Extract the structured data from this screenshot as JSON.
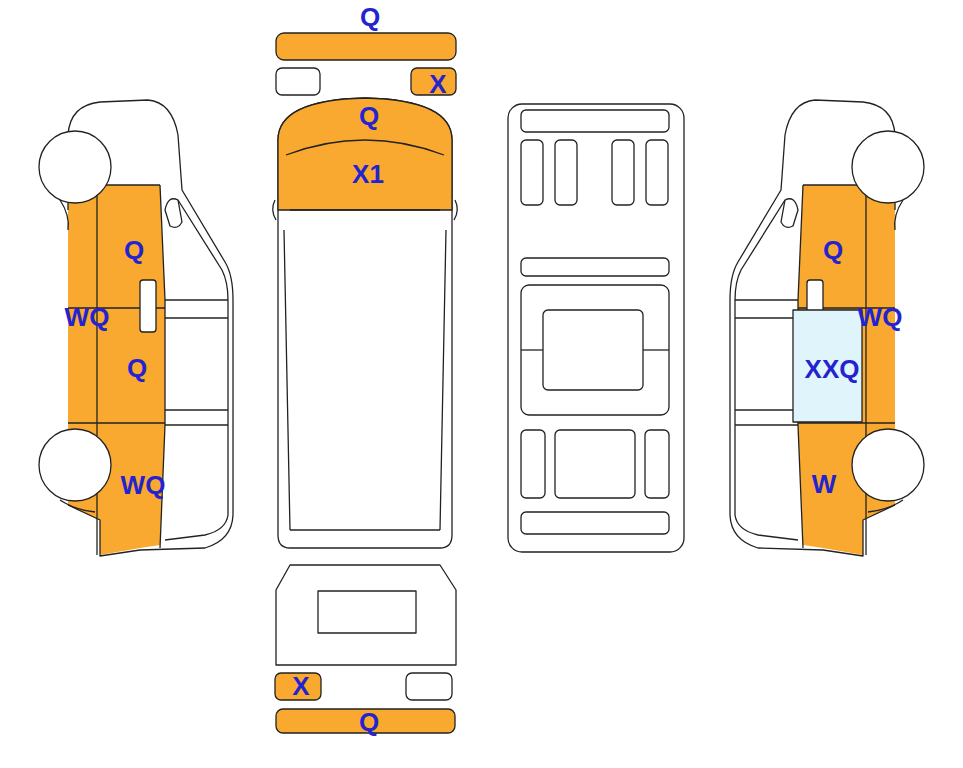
{
  "diagram": {
    "labels": [
      "Q",
      "X",
      "Q",
      "X1",
      "Q",
      "Q",
      "WQ",
      "WQ",
      "Q",
      "XXQ",
      "WQ",
      "W",
      "X",
      "Q"
    ]
  }
}
